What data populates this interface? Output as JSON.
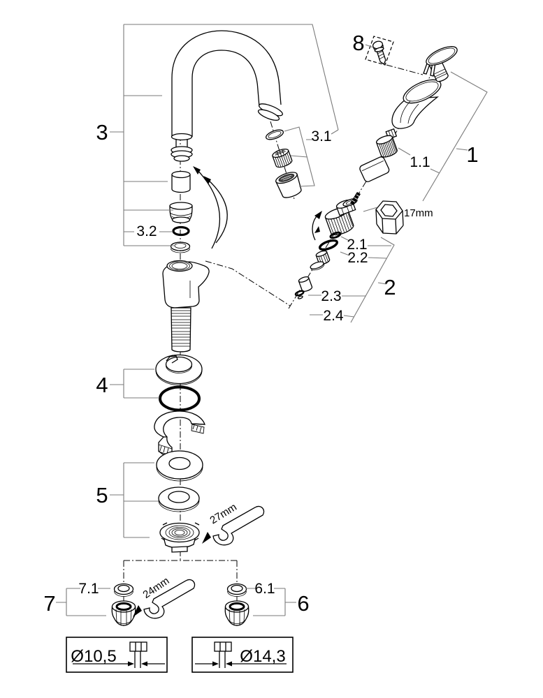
{
  "labels": {
    "p1": "1",
    "p1_1": "1.1",
    "p2": "2",
    "p2_1": "2.1",
    "p2_2": "2.2",
    "p2_3": "2.3",
    "p2_4": "2.4",
    "p3": "3",
    "p3_1": "3.1",
    "p3_2": "3.2",
    "p4": "4",
    "p5": "5",
    "p6": "6",
    "p6_1": "6.1",
    "p7": "7",
    "p7_1": "7.1",
    "p8": "8"
  },
  "annotations": {
    "hex_size": "17mm",
    "wrench_mount_nut": "27mm",
    "wrench_coupling_nut": "24mm",
    "dim_left": "Ø10,5",
    "dim_right": "Ø14,3"
  },
  "colors": {
    "background": "#ffffff",
    "ink": "#000000",
    "leader": "#7a7a7a"
  }
}
